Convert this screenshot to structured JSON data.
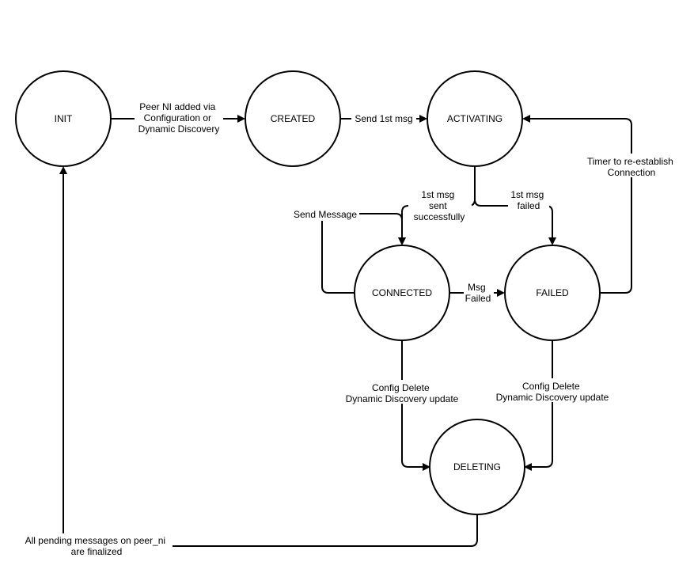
{
  "states": {
    "init": "INIT",
    "created": "CREATED",
    "activating": "ACTIVATING",
    "connected": "CONNECTED",
    "failed": "FAILED",
    "deleting": "DELETING"
  },
  "transitions": {
    "init_to_created": [
      "Peer NI added via",
      "Configuration or",
      "Dynamic Discovery"
    ],
    "created_to_activating": [
      "Send 1st msg"
    ],
    "activating_to_connected": [
      "1st msg",
      "sent",
      "successfully"
    ],
    "activating_to_failed": [
      "1st msg",
      "failed"
    ],
    "connected_self": [
      "Send Message"
    ],
    "connected_to_failed": [
      "Msg",
      "Failed"
    ],
    "failed_to_activating": [
      "Timer to re-establish",
      "Connection"
    ],
    "connected_to_deleting": [
      "Config Delete",
      "Dynamic Discovery update"
    ],
    "failed_to_deleting": [
      "Config Delete",
      "Dynamic Discovery update"
    ],
    "deleting_to_init": [
      "All pending messages on peer_ni",
      "are finalized"
    ]
  }
}
